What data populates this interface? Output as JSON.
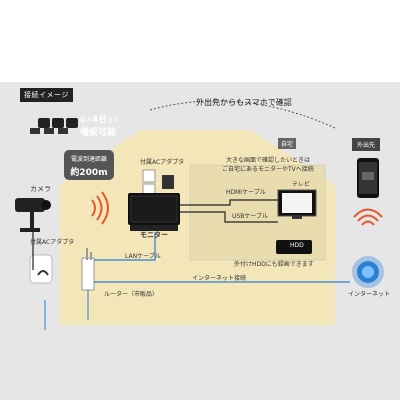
{
  "title_badge": "接続イメージ",
  "remote_note": "外出先からもスマホで確認",
  "house_label": "自宅",
  "outside_label": "外出先",
  "add_cameras": {
    "prefix": "最大",
    "count": "4台",
    "suffix": "まで",
    "line2": "増設可能"
  },
  "range": {
    "label": "電波到達距離",
    "value": "約200m"
  },
  "camera_label": "カメラ",
  "adapter_left": "付属ACアダプタ",
  "adapter_top": "付属ACアダプタ",
  "monitor_label": "モニター",
  "big_screen_note": {
    "line1": "大きな画面で確認したいときは",
    "line2": "ご自宅にあるモニターやTVへ接続"
  },
  "hdmi_label": "HDMIケーブル",
  "tv_label": "テレビ",
  "usb_label": "USBケーブル",
  "hdd_label": "HDD",
  "hdd_note": "外付けHDDにも録画できます",
  "lan_label": "LANケーブル",
  "internet_conn_label": "インターネット接続",
  "router_label": "ルーター（市販品）",
  "internet_label": "インターネット",
  "colors": {
    "house_fill": "#f3e6b8",
    "page_bg": "#e6e6e6",
    "accent_blue": "#2b7fd6",
    "wifi_orange": "#e8562a"
  }
}
